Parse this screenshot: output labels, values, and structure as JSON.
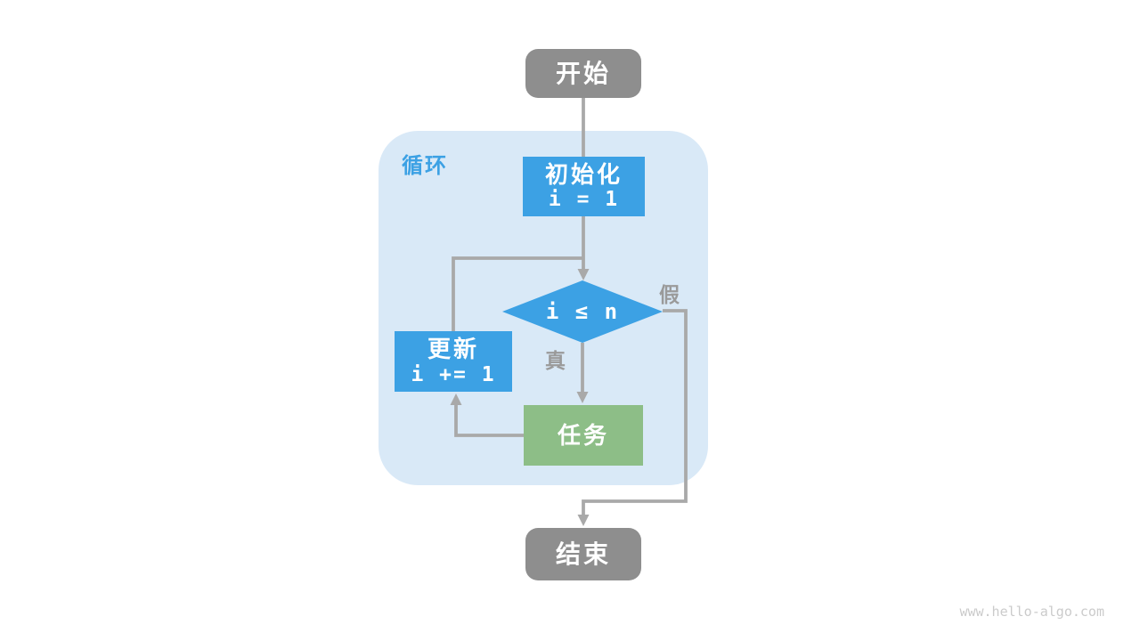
{
  "diagram": {
    "title_hint": "loop flowchart",
    "loop_container": {
      "label": "循环"
    },
    "nodes": {
      "start": {
        "label": "开始"
      },
      "init": {
        "label": "初始化",
        "code": "i = 1"
      },
      "cond": {
        "code": "i ≤ n"
      },
      "update": {
        "label": "更新",
        "code": "i += 1"
      },
      "task": {
        "label": "任务"
      },
      "end": {
        "label": "结束"
      }
    },
    "edge_labels": {
      "true_label": "真",
      "false_label": "假"
    },
    "edges": [
      {
        "from": "start",
        "to": "init"
      },
      {
        "from": "init",
        "to": "cond"
      },
      {
        "from": "cond",
        "to": "task",
        "label": "真"
      },
      {
        "from": "task",
        "to": "update"
      },
      {
        "from": "update",
        "to": "cond"
      },
      {
        "from": "cond",
        "to": "end",
        "label": "假"
      }
    ]
  },
  "watermark": "www.hello-algo.com",
  "colors": {
    "node_blue": "#3CA1E4",
    "node_green": "#8DBE87",
    "node_gray": "#8E8E8E",
    "loop_bg": "#D9E9F7",
    "line_gray": "#A9A9A9",
    "edge_label_gray": "#9A9A9A",
    "loop_label_blue": "#3CA1E4",
    "watermark_gray": "#CBCBCB",
    "text_white": "#FFFFFF"
  }
}
